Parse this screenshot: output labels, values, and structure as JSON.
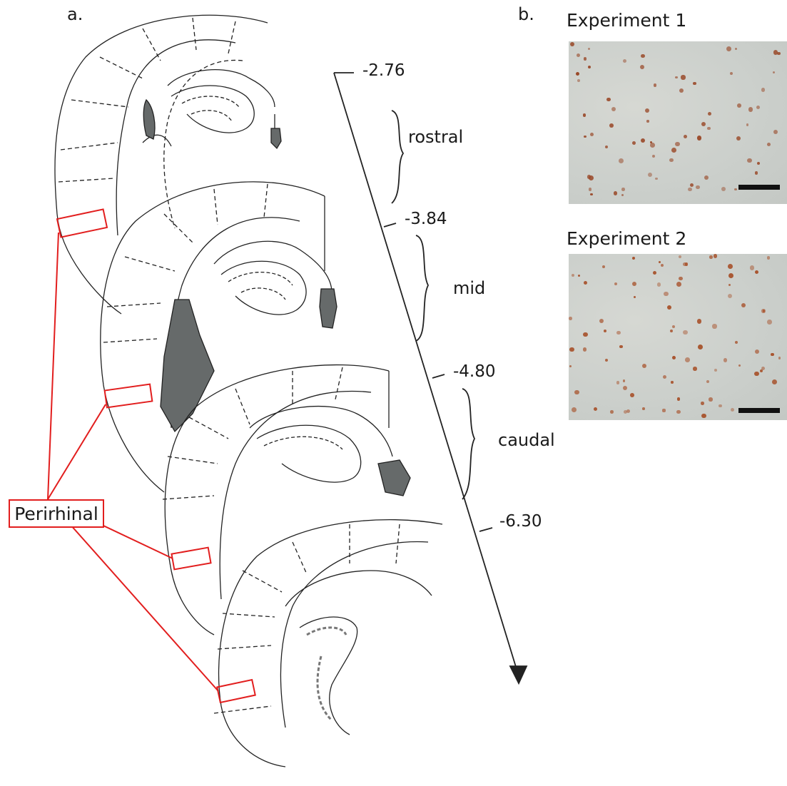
{
  "panels": {
    "a_label": "a.",
    "b_label": "b."
  },
  "axis": {
    "coordinates": [
      "-2.76",
      "-3.84",
      "-4.80",
      "-6.30"
    ],
    "regions": [
      "rostral",
      "mid",
      "caudal"
    ]
  },
  "label_box": {
    "text": "Perirhinal",
    "color": "#e21e1e"
  },
  "micrographs": [
    {
      "title": "Experiment 1",
      "background": "#cdd0cc",
      "dot_color": "#9a4a2a"
    },
    {
      "title": "Experiment 2",
      "background": "#d4d4cf",
      "dot_color": "#a8542e"
    }
  ],
  "colors": {
    "outline": "#222222",
    "ventricle_fill": "#666a6a",
    "highlight": "#e21e1e"
  }
}
